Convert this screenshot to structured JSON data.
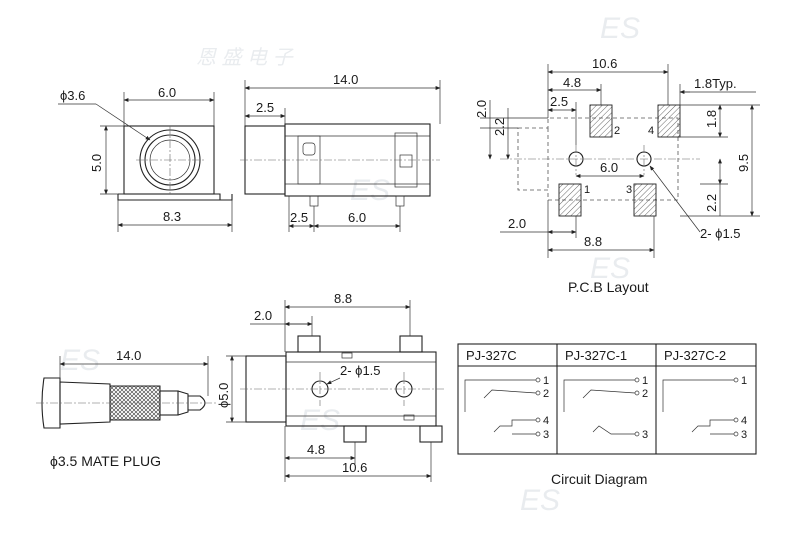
{
  "front_view": {
    "dia": "ϕ3.6",
    "width": "6.0",
    "height": "5.0",
    "base": "8.3"
  },
  "side_view": {
    "length": "14.0",
    "offset": "2.5",
    "pin_offset": "2.5",
    "pin_span": "6.0"
  },
  "pcb": {
    "width": "10.6",
    "w48": "4.8",
    "w25": "2.5",
    "pad": "1.8Typ.",
    "h20": "2.0",
    "h22": "2.2",
    "h18": "1.8",
    "h95": "9.5",
    "h22b": "2.2",
    "span60": "6.0",
    "w20": "2.0",
    "w88": "8.8",
    "holes": "2- ϕ1.5",
    "pin1": "1",
    "pin2": "2",
    "pin3": "3",
    "pin4": "4",
    "caption": "P.C.B Layout"
  },
  "plug": {
    "length": "14.0",
    "caption": "ϕ3.5 MATE PLUG"
  },
  "bottom_view": {
    "top": "8.8",
    "left": "2.0",
    "holes": "2- ϕ1.5",
    "dia": "ϕ5.0",
    "bottom1": "4.8",
    "bottom2": "10.6"
  },
  "circuit": {
    "caption": "Circuit Diagram",
    "columns": [
      {
        "name": "PJ-327C",
        "pins_top": [
          "1",
          "2"
        ],
        "pins_bottom": [
          "4",
          "3"
        ]
      },
      {
        "name": "PJ-327C-1",
        "pins_top": [
          "1",
          "2"
        ],
        "pins_bottom": [
          "3"
        ]
      },
      {
        "name": "PJ-327C-2",
        "pins_top": [
          "1"
        ],
        "pins_bottom": [
          "4",
          "3"
        ]
      }
    ]
  },
  "watermark": {
    "brand": "ES",
    "zh": "恩 盛 电 子"
  }
}
